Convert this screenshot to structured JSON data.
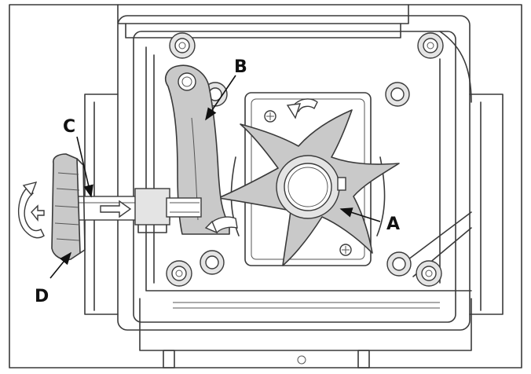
{
  "callouts": {
    "a": "A",
    "b": "B",
    "c": "C",
    "d": "D"
  },
  "colors": {
    "line": "#3a3a3a",
    "part_fill": "#c9c9c9",
    "light_fill": "#e4e4e4",
    "background": "#ffffff"
  },
  "icons": [
    "rotation-arrow-icon",
    "direction-arrow-icon",
    "screw-icon"
  ]
}
